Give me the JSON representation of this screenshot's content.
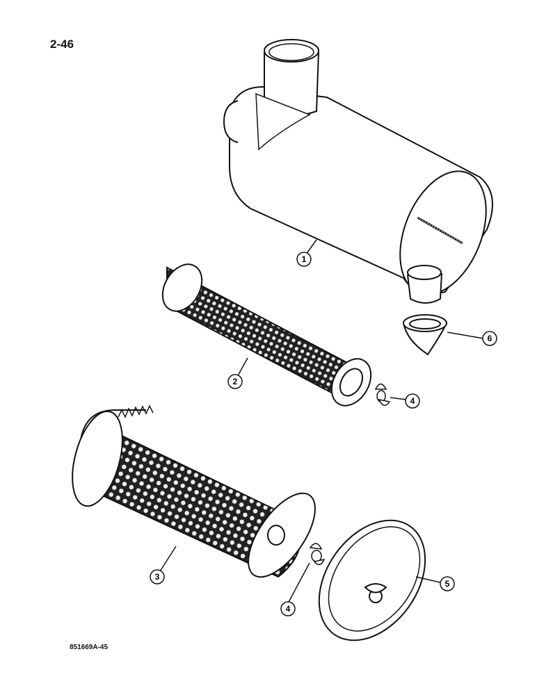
{
  "page_number": "2-46",
  "figure_code": "851669A-45",
  "callouts": [
    {
      "label": "1",
      "part": "air-cleaner-housing"
    },
    {
      "label": "2",
      "part": "inner-filter-element"
    },
    {
      "label": "3",
      "part": "outer-filter-element"
    },
    {
      "label": "4",
      "part": "wing-nut-inner"
    },
    {
      "label": "4",
      "part": "wing-nut-outer"
    },
    {
      "label": "5",
      "part": "end-cover"
    },
    {
      "label": "6",
      "part": "dust-valve"
    }
  ],
  "colors": {
    "ink": "#111111",
    "paper": "#ffffff"
  }
}
